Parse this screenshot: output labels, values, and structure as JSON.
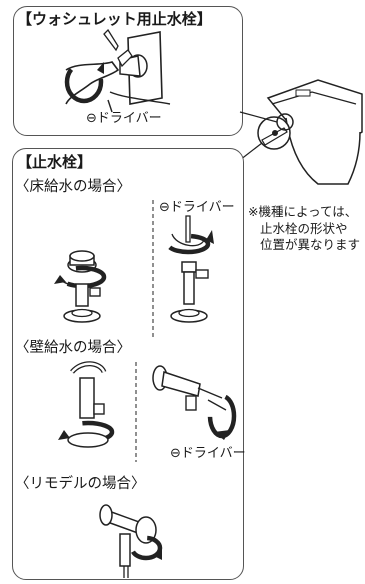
{
  "washlet_panel": {
    "title": "【ウォシュレット用止水栓】",
    "screwdriver_label": "⊖ドライバー"
  },
  "valve_panel": {
    "title": "【止水栓】",
    "floor_supply_title": "〈床給水の場合〉",
    "floor_screwdriver_label": "⊖ドライバー",
    "wall_supply_title": "〈壁給水の場合〉",
    "wall_screwdriver_label": "⊖ドライバー",
    "remodel_title": "〈リモデルの場合〉"
  },
  "note": {
    "lines": [
      "※機種によっては、",
      "止水栓の形状や",
      "位置が異なります"
    ]
  }
}
